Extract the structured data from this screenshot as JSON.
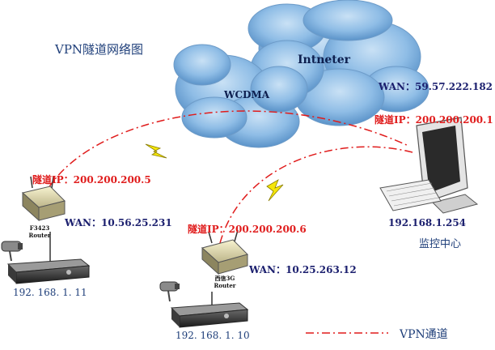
{
  "title": "VPN隧道网络图",
  "clouds": {
    "internet_label": "Intneter",
    "wcdma_label": "WCDMA"
  },
  "center": {
    "wan": "WAN：59.57.222.182",
    "tunnel_ip": "隧道IP：200.200.200.1",
    "lan_ip": "192.168.1.254",
    "label": "监控中心"
  },
  "site1": {
    "tunnel_ip": "隧道IP：200.200.200.5",
    "router_label_1": "F3423",
    "router_label_2": "Router",
    "wan": "WAN：10.56.25.231",
    "lan_ip": "192. 168. 1. 11"
  },
  "site2": {
    "tunnel_ip": "隧道IP：200.200.200.6",
    "router_label_1": "西信3G",
    "router_label_2": "Router",
    "wan": "WAN：10.25.263.12",
    "lan_ip": "192. 168. 1. 10"
  },
  "legend": {
    "label": "VPN通道"
  },
  "colors": {
    "cloud": "#7fb4e0",
    "tunnel_line": "#e01c1c",
    "lightning": "#f5e60a"
  }
}
